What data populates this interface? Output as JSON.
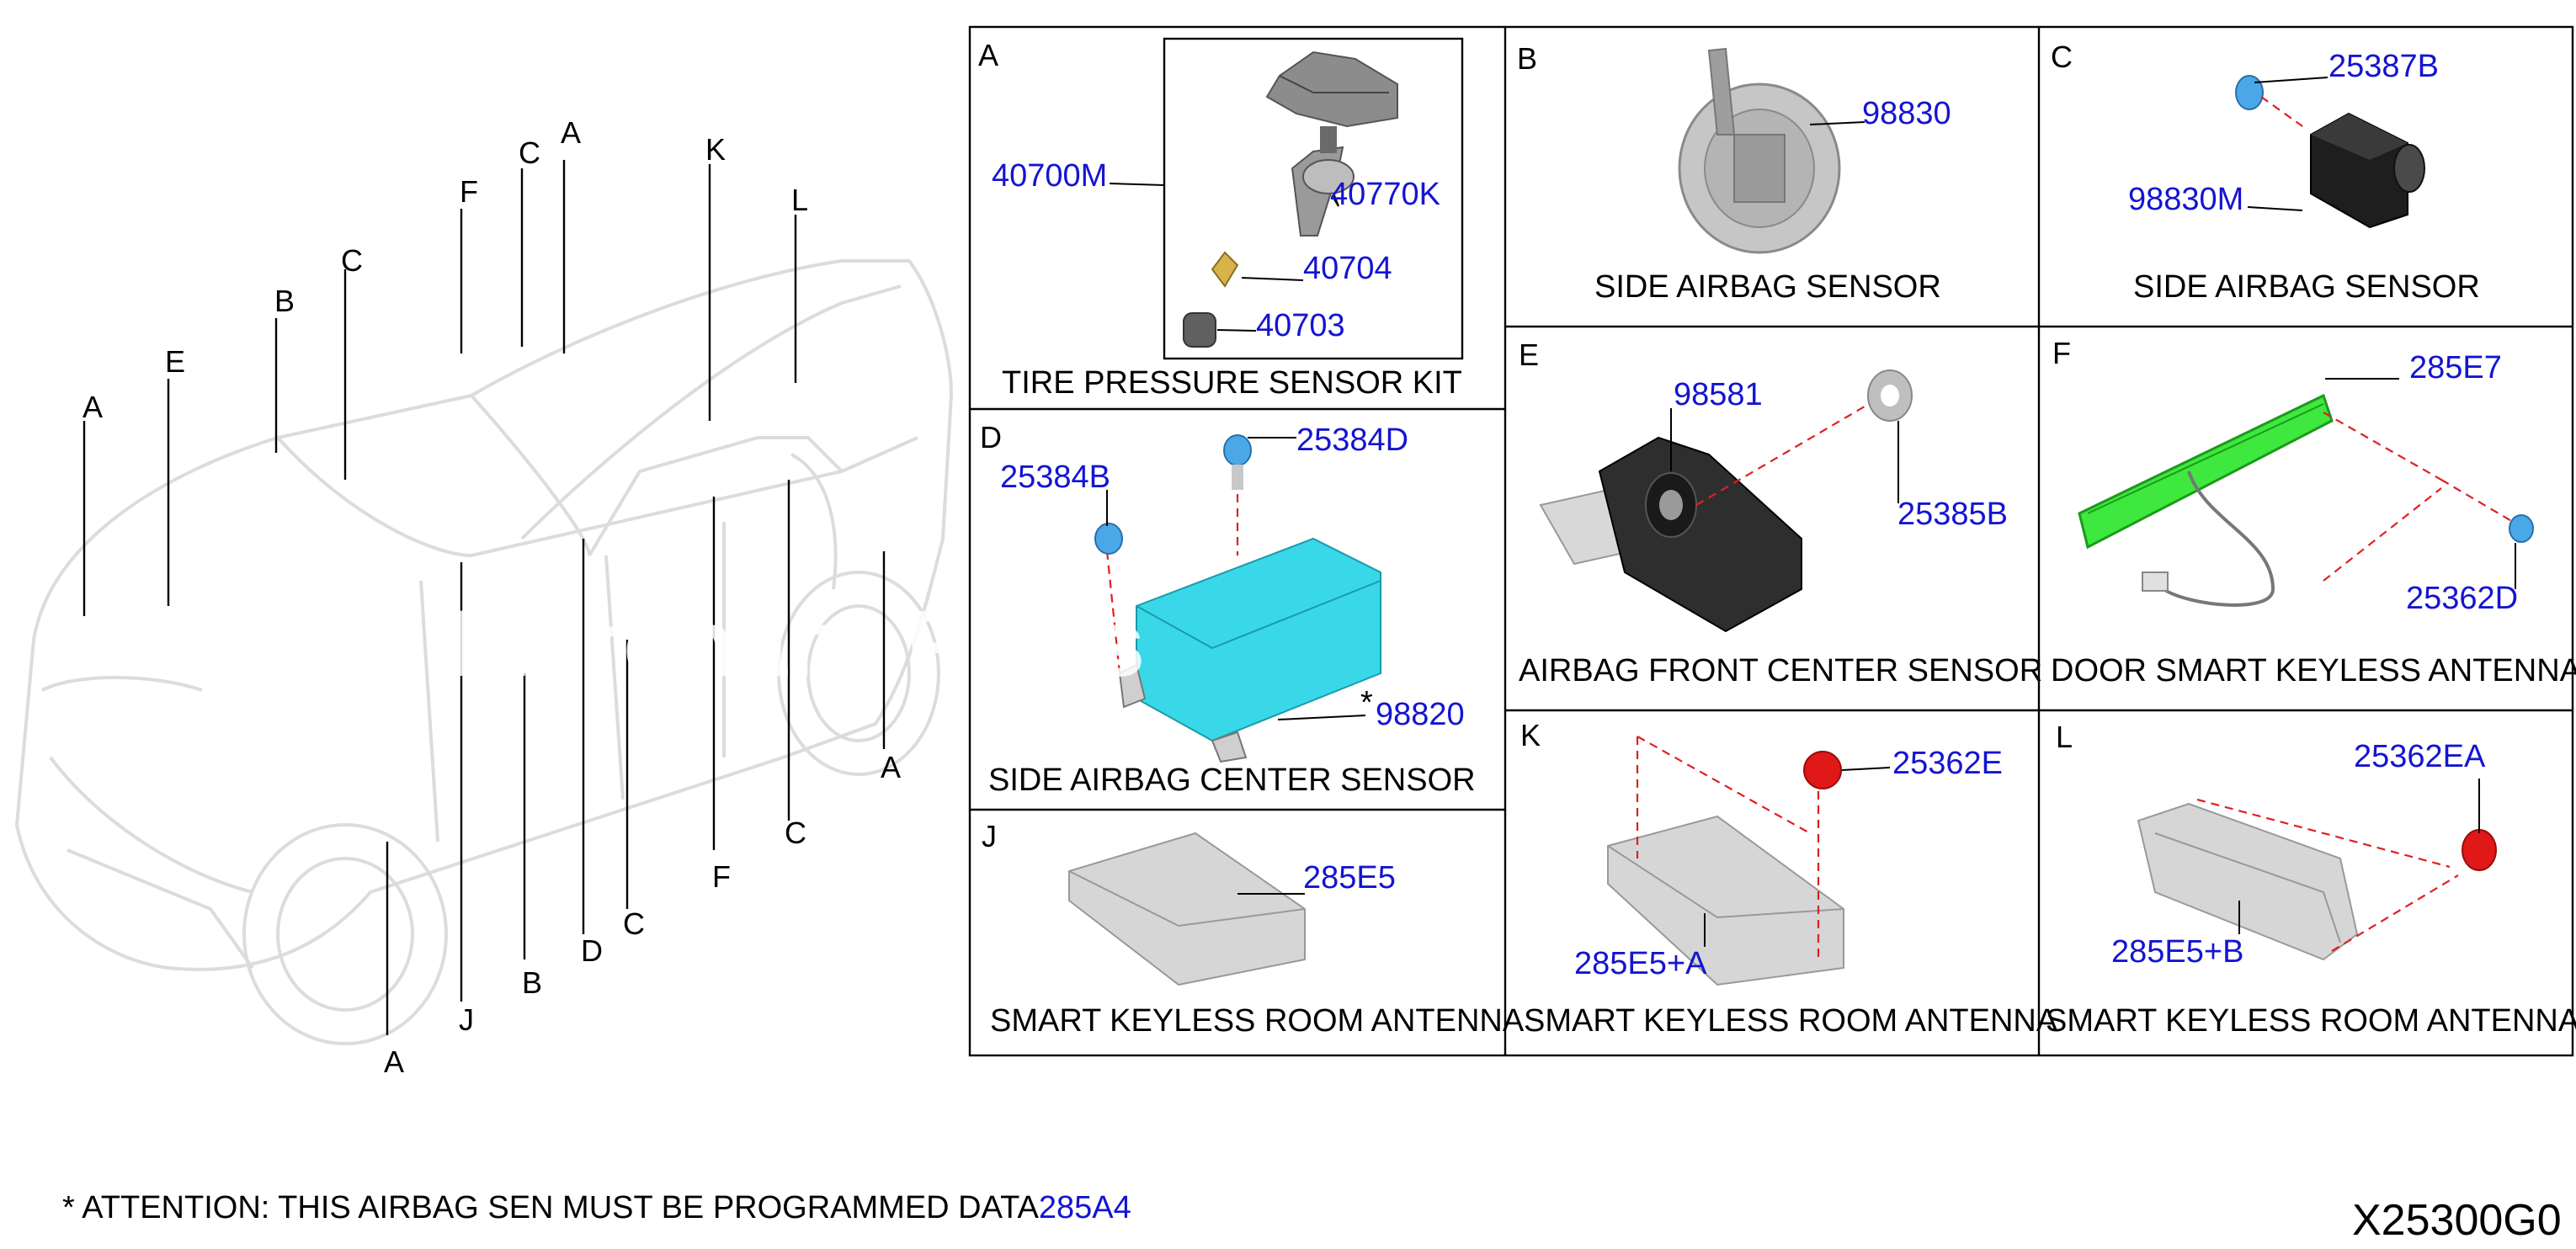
{
  "watermark": "Offers Merchant Parts",
  "attention": "* ATTENTION: THIS AIRBAG SEN MUST BE PROGRAMMED DATA",
  "attention_part": "285A4",
  "diagram_code": "X25300G0",
  "car_callouts": [
    "A",
    "E",
    "B",
    "C",
    "F",
    "C",
    "A",
    "K",
    "L",
    "A",
    "C",
    "F",
    "D",
    "C",
    "B",
    "J",
    "A"
  ],
  "panels": {
    "A": {
      "letter": "A",
      "title": "TIRE PRESSURE SENSOR KIT",
      "parts": [
        "40700M",
        "40770K",
        "40704",
        "40703"
      ]
    },
    "B": {
      "letter": "B",
      "title": "SIDE AIRBAG SENSOR",
      "parts": [
        "98830"
      ]
    },
    "C": {
      "letter": "C",
      "title": "SIDE AIRBAG SENSOR",
      "parts": [
        "25387B",
        "98830M"
      ]
    },
    "D": {
      "letter": "D",
      "title": "SIDE AIRBAG CENTER SENSOR",
      "parts": [
        "25384B",
        "25384D",
        "98820"
      ],
      "star": "*"
    },
    "E": {
      "letter": "E",
      "title": "AIRBAG FRONT CENTER SENSOR",
      "parts": [
        "98581",
        "25385B"
      ]
    },
    "F": {
      "letter": "F",
      "title": "DOOR SMART KEYLESS ANTENNA",
      "parts": [
        "285E7",
        "25362D"
      ]
    },
    "J": {
      "letter": "J",
      "title": "SMART KEYLESS ROOM ANTENNA",
      "parts": [
        "285E5"
      ]
    },
    "K": {
      "letter": "K",
      "title": "SMART KEYLESS ROOM ANTENNA",
      "parts": [
        "25362E",
        "285E5+A"
      ]
    },
    "L": {
      "letter": "L",
      "title": "SMART KEYLESS ROOM ANTENNA",
      "parts": [
        "25362EA",
        "285E5+B"
      ]
    }
  },
  "colors": {
    "part_number": "#1414d2",
    "leader": "#e02020",
    "antenna_green": "#3ee83e",
    "sensor_cyan": "#38d8e8",
    "clip_red": "#e01818"
  }
}
